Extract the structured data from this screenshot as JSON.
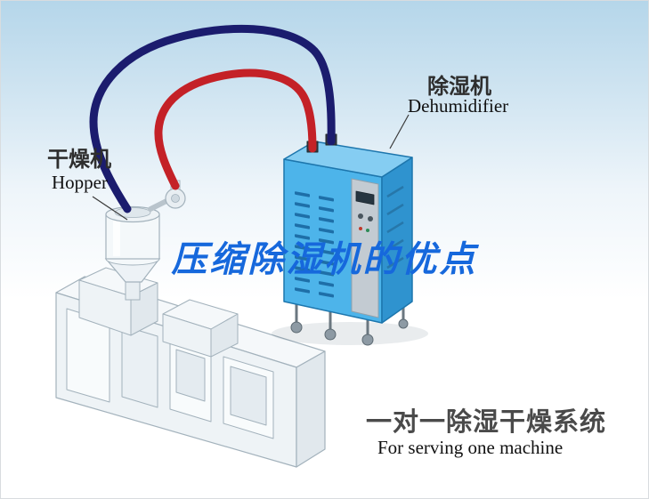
{
  "labels": {
    "dryer_cn": "干燥机",
    "dryer_en": "Hopper",
    "dehumidifier_cn": "除湿机",
    "dehumidifier_en": "Dehumidifier",
    "title": "压缩除湿机的优点",
    "system_cn": "一对一除湿干燥系统",
    "system_en": "For serving one machine"
  },
  "colors": {
    "background_top": "#b5d6ea",
    "title_text": "#1668dc",
    "label_text": "#2e2e2e",
    "subtitle_text": "#101010",
    "system_text": "#4a4a4a",
    "hose_blue": "#1b1c6e",
    "hose_red": "#c42127",
    "dehumidifier_front": "#4db4ea",
    "dehumidifier_side": "#2f93cf",
    "dehumidifier_top": "#85cdf2",
    "dehumidifier_vent": "#1e6fa8",
    "control_panel": "#c3cbd2",
    "machine_fill": "#f5f8fa",
    "machine_front": "#eef3f6",
    "machine_shade": "#e1e8ed",
    "machine_outline": "#a3b2bc"
  },
  "illustration": {
    "dehumidifier": "dehumidifier-unit with vents, control panel and casters",
    "hopper": "drying hopper on extruder",
    "extruder": "injection/extruder machine",
    "hose_blue": "blue return air hose",
    "hose_red": "red supply air hose"
  }
}
